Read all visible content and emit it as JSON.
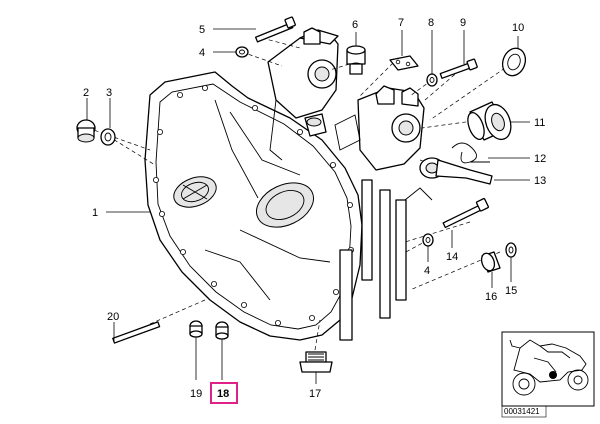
{
  "callouts": [
    {
      "id": "1",
      "label": "1"
    },
    {
      "id": "2",
      "label": "2"
    },
    {
      "id": "3",
      "label": "3"
    },
    {
      "id": "4a",
      "label": "4"
    },
    {
      "id": "4b",
      "label": "4"
    },
    {
      "id": "5",
      "label": "5"
    },
    {
      "id": "6",
      "label": "6"
    },
    {
      "id": "7",
      "label": "7"
    },
    {
      "id": "8",
      "label": "8"
    },
    {
      "id": "9",
      "label": "9"
    },
    {
      "id": "10",
      "label": "10"
    },
    {
      "id": "11",
      "label": "11"
    },
    {
      "id": "12",
      "label": "12"
    },
    {
      "id": "13",
      "label": "13"
    },
    {
      "id": "14",
      "label": "14"
    },
    {
      "id": "15",
      "label": "15"
    },
    {
      "id": "16",
      "label": "16"
    },
    {
      "id": "17",
      "label": "17"
    },
    {
      "id": "18",
      "label": "18"
    },
    {
      "id": "19",
      "label": "19"
    },
    {
      "id": "20",
      "label": "20"
    }
  ],
  "highlighted_callout": "18",
  "highlight_color": "#e0218a",
  "thumbnail": {
    "ref_number": "00031421",
    "marker_color": "#000000"
  }
}
